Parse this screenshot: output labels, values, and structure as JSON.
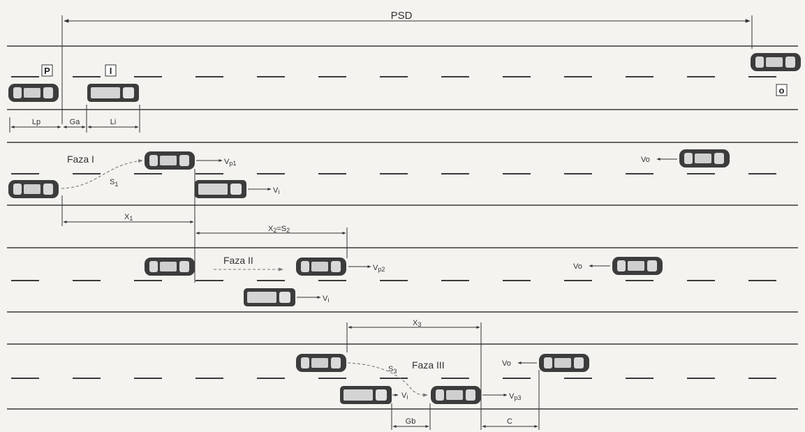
{
  "labels": {
    "psd": "PSD",
    "p": "P",
    "i": "I",
    "o": "o",
    "lp": "Lp",
    "ga": "Ga",
    "li": "Li",
    "faza1": "Faza I",
    "faza2": "Faza II",
    "faza3": "Faza III",
    "s1": "S",
    "s1_sub": "1",
    "s3": "S",
    "s3_sub": "3",
    "x1": "X",
    "x1_sub": "1",
    "x2": "X",
    "x2_sub": "2",
    "x2_eq": "=S",
    "x2_eq_sub": "2",
    "x3": "X",
    "x3_sub": "3",
    "gb": "Gb",
    "c": "C",
    "vp": "V",
    "vp1_sub": "p1",
    "vp2_sub": "p2",
    "vp3_sub": "p3",
    "vi": "V",
    "vi_sub": "i",
    "vo": "Vo"
  },
  "colors": {
    "background": "#f4f3ef",
    "car_body": "#3c3c3c",
    "car_glass": "#d9d9d9",
    "line": "#3a3a3a"
  }
}
